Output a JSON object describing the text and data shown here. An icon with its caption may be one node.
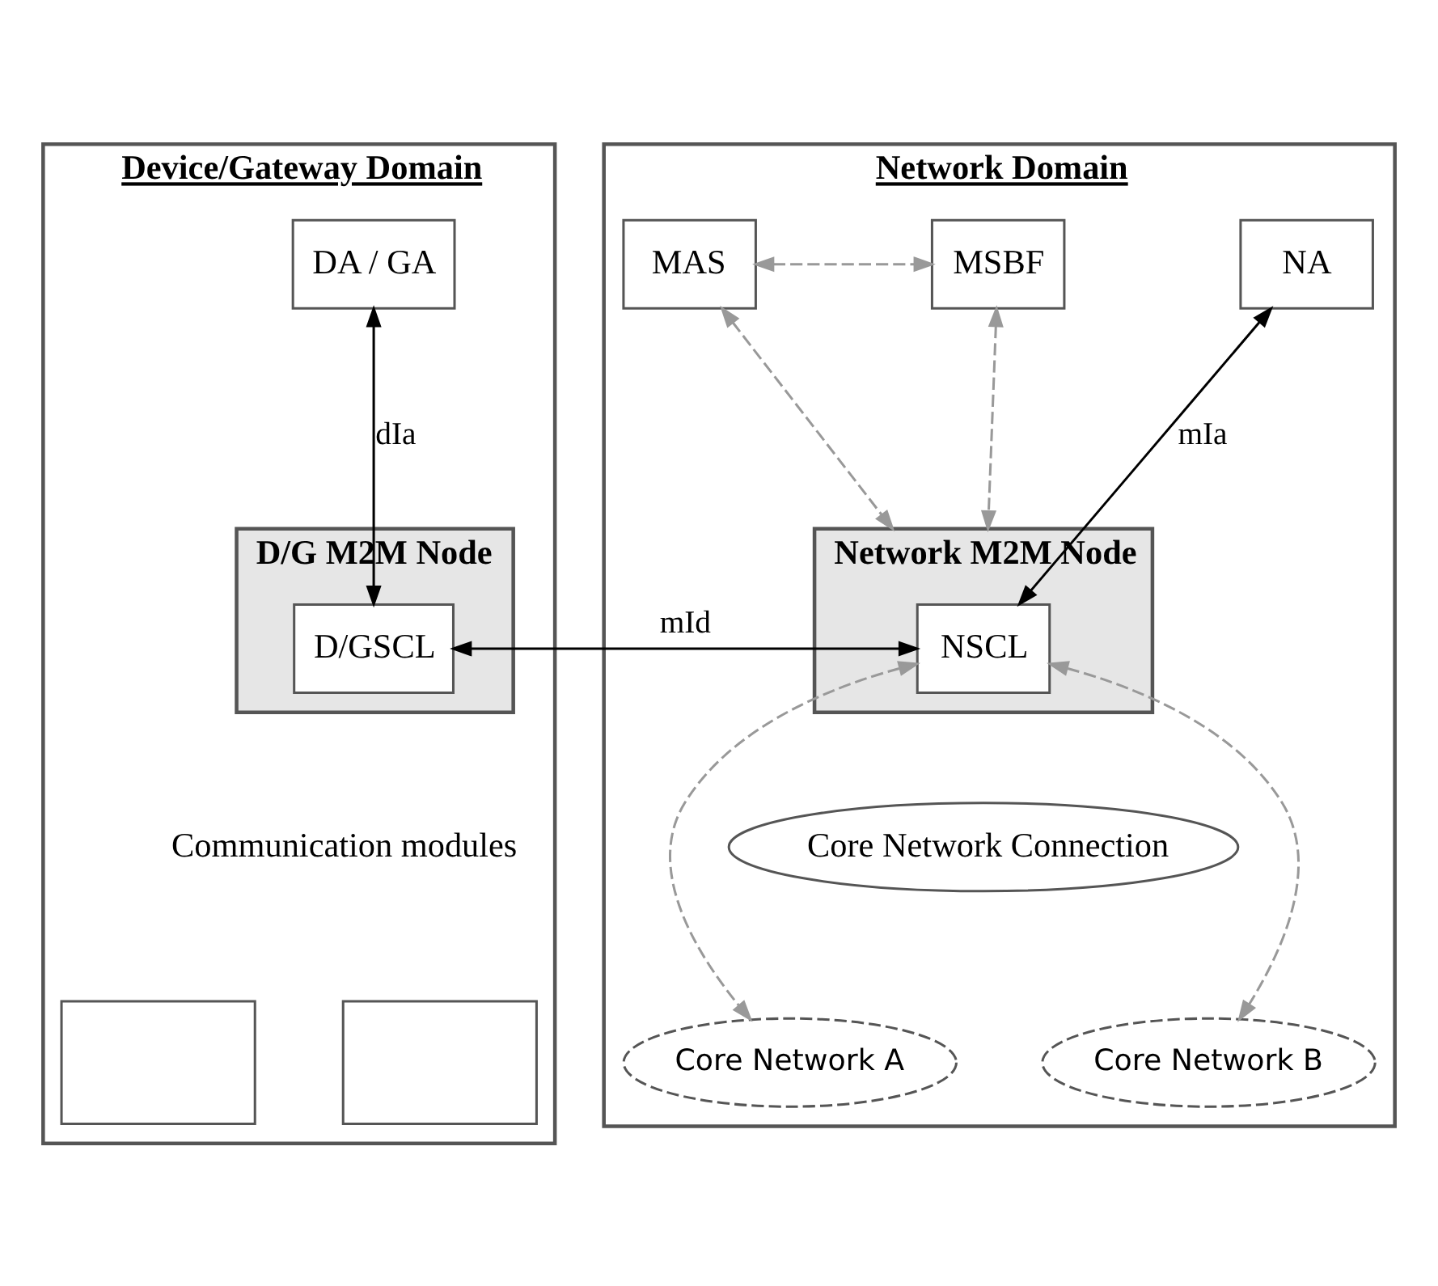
{
  "diagram": {
    "nodes": [
      {
        "text": [
          "Device/Gateway Domain"
        ]
      },
      {
        "text": [
          "DA / GA"
        ],
        "in": 0
      },
      {
        "text": [
          "D/G M2M Node"
        ],
        "in": 0
      },
      {
        "text": [
          "D/GSCL"
        ],
        "in": 2
      },
      {
        "text": [],
        "shape": "box",
        "in": 0
      },
      {
        "text": [],
        "shape": "box",
        "in": 0
      },
      {
        "text": [
          "Network Domain"
        ]
      },
      {
        "text": [
          "MAS"
        ],
        "in": 6
      },
      {
        "text": [
          "MSBF"
        ],
        "in": 6
      },
      {
        "text": [
          "NA"
        ],
        "in": 6
      },
      {
        "text": [
          "Network M2M Node"
        ],
        "in": 6
      },
      {
        "text": [
          "NSCL"
        ],
        "in": 10
      },
      {
        "text": [
          "Core Network Connection"
        ],
        "in": 6
      },
      {
        "text": [
          "Core Network A"
        ],
        "in": 6
      },
      {
        "text": [
          "Core Network B"
        ],
        "in": 6
      }
    ],
    "edges": [
      {
        "from": 1,
        "to": 3,
        "arrow": "both",
        "label": "dIa",
        "color": "#000000"
      },
      {
        "from": 3,
        "to": 11,
        "arrow": "both",
        "label": "mId",
        "color": "#000000"
      },
      {
        "from": 7,
        "to": 8,
        "arrow": "both",
        "style": "dashed"
      },
      {
        "from": 7,
        "to": 10,
        "arrow": "both",
        "style": "dashed"
      },
      {
        "from": 8,
        "to": 10,
        "arrow": "both",
        "style": "dashed"
      },
      {
        "from": 9,
        "to": 11,
        "arrow": "both",
        "label": "mIa",
        "color": "#000000"
      },
      {
        "from": 11,
        "to": 13,
        "arrow": "both",
        "style": "dashed"
      },
      {
        "from": 11,
        "to": 14,
        "arrow": "both",
        "style": "dashed"
      }
    ],
    "labels": [
      "Communication modules"
    ]
  }
}
